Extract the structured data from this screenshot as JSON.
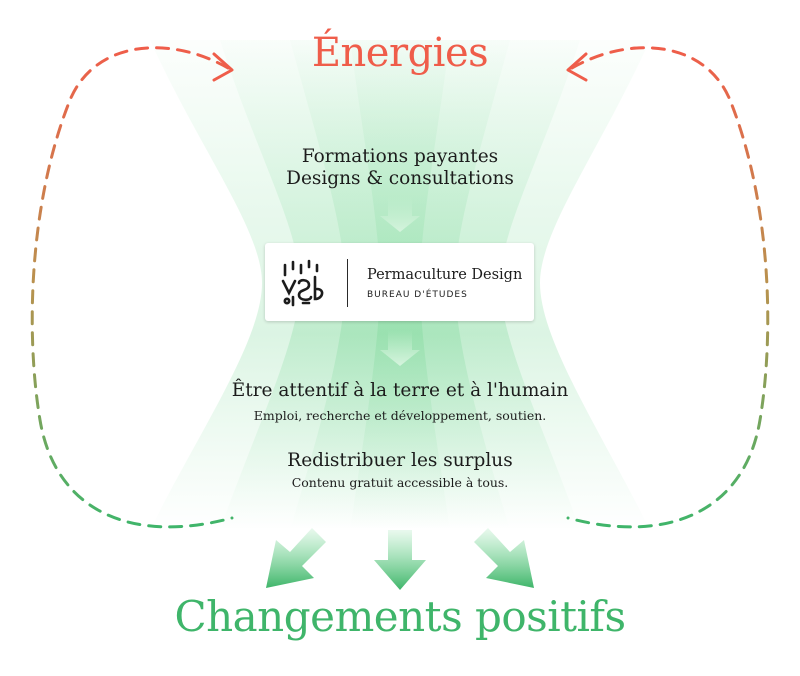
{
  "top_title": "Énergies",
  "inputs": {
    "line1": "Formations payantes",
    "line2": "Designs & consultations"
  },
  "logo": {
    "name": "Permaculture Design",
    "subtitle": "BUREAU D'ÉTUDES"
  },
  "outputs": [
    {
      "title": "Être attentif à la terre et à l'humain",
      "subtitle": "Emploi, recherche et développement, soutien."
    },
    {
      "title": "Redistribuer les surplus",
      "subtitle": "Contenu gratuit accessible à tous."
    }
  ],
  "bottom_title": "Changements positifs",
  "colors": {
    "energy": "#ef5d4a",
    "change": "#3fb56a",
    "funnel": "#6fd68f",
    "text": "#1c1c1c"
  }
}
